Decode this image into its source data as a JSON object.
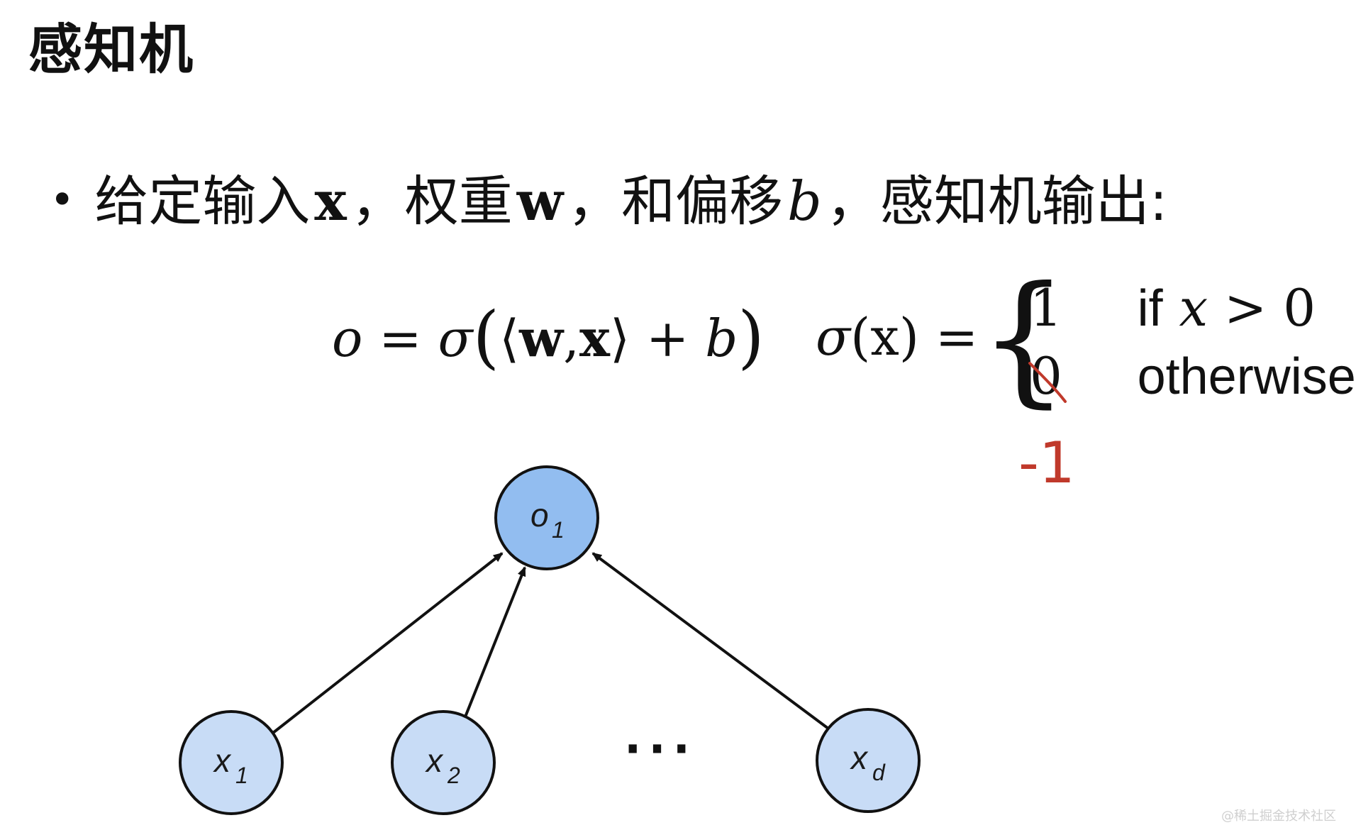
{
  "slide": {
    "title": "感知机",
    "bullet": {
      "intro": "给定输入",
      "x_symbol": "x",
      "sep1": "，权重",
      "w_symbol": "w",
      "sep2": "，和偏移",
      "b_symbol": "b",
      "sep3": "，感知机输出:"
    },
    "formula": {
      "o": "o",
      "equals": "=",
      "sigma": "σ",
      "lparen": "(",
      "langle": "⟨",
      "w": "w",
      "comma": ",",
      "x": "x",
      "rangle": "⟩",
      "plus": "+",
      "b": "b",
      "rparen": ")"
    },
    "activation": {
      "lhs_sigma": "σ",
      "lhs_arg": "(x)",
      "equals": "=",
      "case1_value": "1",
      "case1_condition_if": "if",
      "case1_condition_var": "x",
      "case1_condition_rest": "> 0",
      "case2_value": "0",
      "case2_condition": "otherwise",
      "handwritten_annotation": "-1"
    }
  },
  "diagram": {
    "output_node": {
      "label": "o",
      "sub": "1"
    },
    "input_nodes": [
      {
        "label": "x",
        "sub": "1"
      },
      {
        "label": "x",
        "sub": "2"
      },
      {
        "label": "x",
        "sub": "d"
      }
    ],
    "ellipsis": "···",
    "colors": {
      "output_fill": "#92bdf0",
      "input_fill": "#c8dcf6",
      "stroke": "#111111",
      "annotation": "#c0392b"
    }
  },
  "watermark": "@稀土掘金技术社区"
}
